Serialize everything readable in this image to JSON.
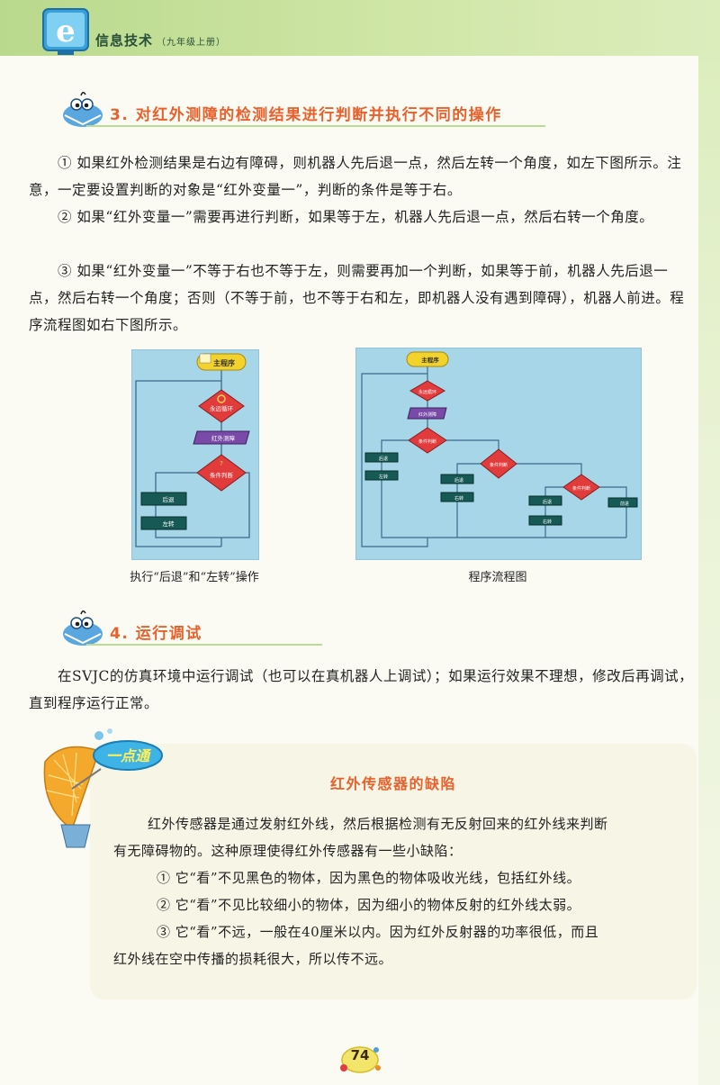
{
  "header": {
    "title": "信息技术",
    "subtitle": "（九年级上册）"
  },
  "section3": {
    "title": "3. 对红外测障的检测结果进行判断并执行不同的操作",
    "p1": "① 如果红外检测结果是右边有障碍，则机器人先后退一点，然后左转一个角度，如左下图所示。注意，一定要设置判断的对象是“红外变量一”，判断的条件是等于右。",
    "p2": "② 如果“红外变量一”需要再进行判断，如果等于左，机器人先后退一点，然后右转一个角度。",
    "p3": "③ 如果“红外变量一”不等于右也不等于左，则需要再加一个判断，如果等于前，机器人先后退一点，然后右转一个角度；否则（不等于前，也不等于右和左，即机器人没有遇到障碍），机器人前进。程序流程图如右下图所示。"
  },
  "figure_left": {
    "caption": "执行“后退”和“左转”操作",
    "main": "主程序",
    "loop": "永远循环",
    "ir": "红外测障",
    "cond": "条件判断",
    "back": "后退",
    "left": "左转"
  },
  "figure_right": {
    "caption": "程序流程图",
    "main": "主程序",
    "loop": "永远循环",
    "ir": "红外测障",
    "cond": "条件判断",
    "back": "后退",
    "left": "左转",
    "right": "右转",
    "forward": "前进"
  },
  "section4": {
    "title": "4. 运行调试",
    "p1": "在SVJC的仿真环境中运行调试（也可以在真机器人上调试）；如果运行效果不理想，修改后再调试，直到程序运行正常。"
  },
  "tip": {
    "badge": "一点通",
    "title": "红外传感器的缺陷",
    "l1": "红外传感器是通过发射红外线，然后根据检测有无反射回来的红外线来判断",
    "l2": "有无障碍物的。这种原理使得红外传感器有一些小缺陷：",
    "l3": "① 它“看”不见黑色的物体，因为黑色的物体吸收光线，包括红外线。",
    "l4": "② 它“看”不见比较细小的物体，因为细小的物体反射的红外线太弱。",
    "l5": "③ 它“看”不远，一般在40厘米以内。因为红外反射器的功率很低，而且",
    "l6": "红外线在空中传播的损耗很大，所以传不远。"
  },
  "page_number": "74",
  "colors": {
    "accent": "#e8612c",
    "header_green": "#b9d98c",
    "flow_bg": "#a7d6e8"
  }
}
